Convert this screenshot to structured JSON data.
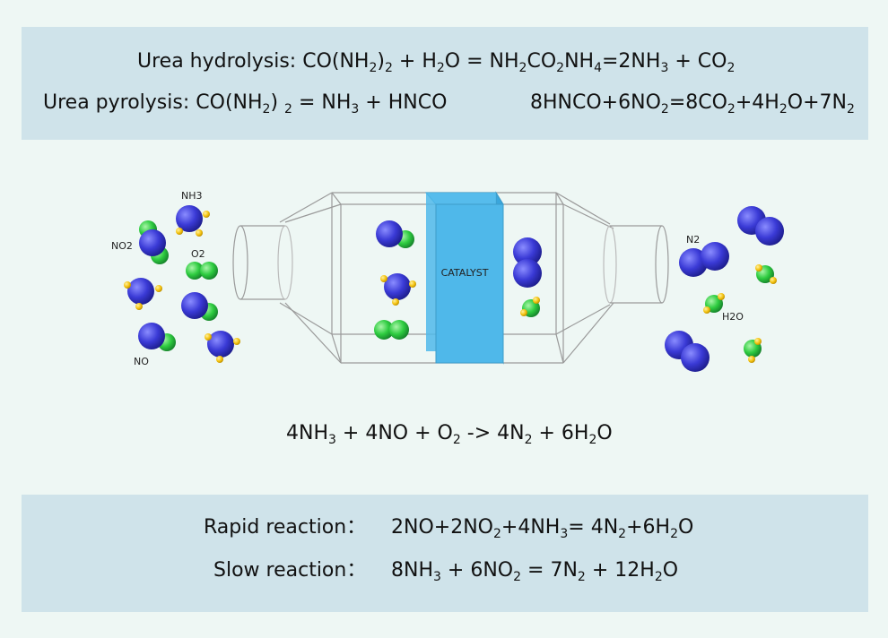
{
  "top": {
    "hydrolysis": {
      "label": "Urea hydrolysis: ",
      "parts": [
        [
          "CO(NH",
          ""
        ],
        [
          "2",
          "sub"
        ],
        [
          ")",
          ""
        ],
        [
          "2",
          "sub"
        ],
        [
          " + H",
          ""
        ],
        [
          "2",
          "sub"
        ],
        [
          "O = NH",
          ""
        ],
        [
          "2",
          "sub"
        ],
        [
          "CO",
          ""
        ],
        [
          "2",
          "sub"
        ],
        [
          "NH",
          ""
        ],
        [
          "4",
          "sub"
        ],
        [
          "=2NH",
          ""
        ],
        [
          "3",
          "sub"
        ],
        [
          " + CO",
          ""
        ],
        [
          "2",
          "sub"
        ]
      ]
    },
    "pyrolysis": {
      "label": "Urea pyrolysis: ",
      "parts": [
        [
          "CO(NH",
          ""
        ],
        [
          "2",
          "sub"
        ],
        [
          ") ",
          ""
        ],
        [
          "2",
          "sub"
        ],
        [
          " = NH",
          ""
        ],
        [
          "3",
          "sub"
        ],
        [
          " + HNCO",
          ""
        ]
      ]
    },
    "hnco": {
      "parts": [
        [
          "8HNCO+6NO",
          ""
        ],
        [
          "2",
          "sub"
        ],
        [
          "=8CO",
          ""
        ],
        [
          "2",
          "sub"
        ],
        [
          "+4H",
          ""
        ],
        [
          "2",
          "sub"
        ],
        [
          "O+7N",
          ""
        ],
        [
          "2",
          "sub"
        ]
      ]
    }
  },
  "diagram": {
    "catalyst_label": "CATALYST",
    "labels": {
      "nh3": "NH3",
      "no2": "NO2",
      "o2": "O2",
      "no": "NO",
      "n2": "N2",
      "h2o": "H2O"
    },
    "colors": {
      "nitrogen": "#3a3ad6",
      "oxygen": "#2ecc40",
      "hydrogen": "#f4c20d",
      "catalyst": "#4fb8ea"
    }
  },
  "main_equation": {
    "parts": [
      [
        "4NH",
        ""
      ],
      [
        "3",
        "sub"
      ],
      [
        " + 4NO + O",
        ""
      ],
      [
        "2",
        "sub"
      ],
      [
        " -> 4N",
        ""
      ],
      [
        "2",
        "sub"
      ],
      [
        " + 6H",
        ""
      ],
      [
        "2",
        "sub"
      ],
      [
        "O",
        ""
      ]
    ]
  },
  "bottom": {
    "rapid": {
      "label": "Rapid reaction：",
      "parts": [
        [
          "2NO+2NO",
          ""
        ],
        [
          "2",
          "sub"
        ],
        [
          "+4NH",
          ""
        ],
        [
          "3",
          "sub"
        ],
        [
          "= 4N",
          ""
        ],
        [
          "2",
          "sub"
        ],
        [
          "+6H",
          ""
        ],
        [
          "2",
          "sub"
        ],
        [
          "O",
          ""
        ]
      ]
    },
    "slow": {
      "label": "Slow reaction：",
      "parts": [
        [
          "8NH",
          ""
        ],
        [
          "3",
          "sub"
        ],
        [
          " + 6NO",
          ""
        ],
        [
          "2",
          "sub"
        ],
        [
          " = 7N",
          ""
        ],
        [
          "2",
          "sub"
        ],
        [
          " + 12H",
          ""
        ],
        [
          "2",
          "sub"
        ],
        [
          "O",
          ""
        ]
      ]
    }
  }
}
